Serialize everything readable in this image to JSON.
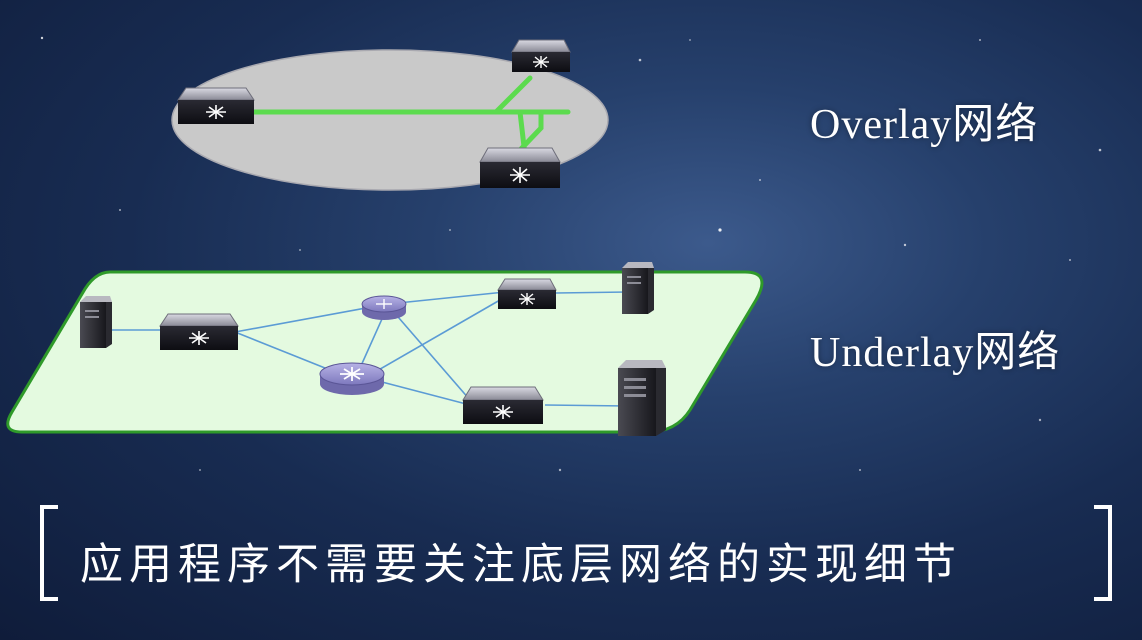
{
  "overlay": {
    "label": "Overlay网络"
  },
  "underlay": {
    "label": "Underlay网络"
  },
  "caption": "应用程序不需要关注底层网络的实现细节",
  "colors": {
    "overlay_plane": "#c9c9c9",
    "overlay_link": "#5cdb4e",
    "underlay_plane": "#e4fae0",
    "underlay_border": "#2f9a2a",
    "underlay_link": "#5b9bd5",
    "switch_body": "#1d1d24",
    "router_body": "#8b86c8"
  },
  "icons": [
    "switch-icon",
    "router-icon",
    "server-icon"
  ]
}
